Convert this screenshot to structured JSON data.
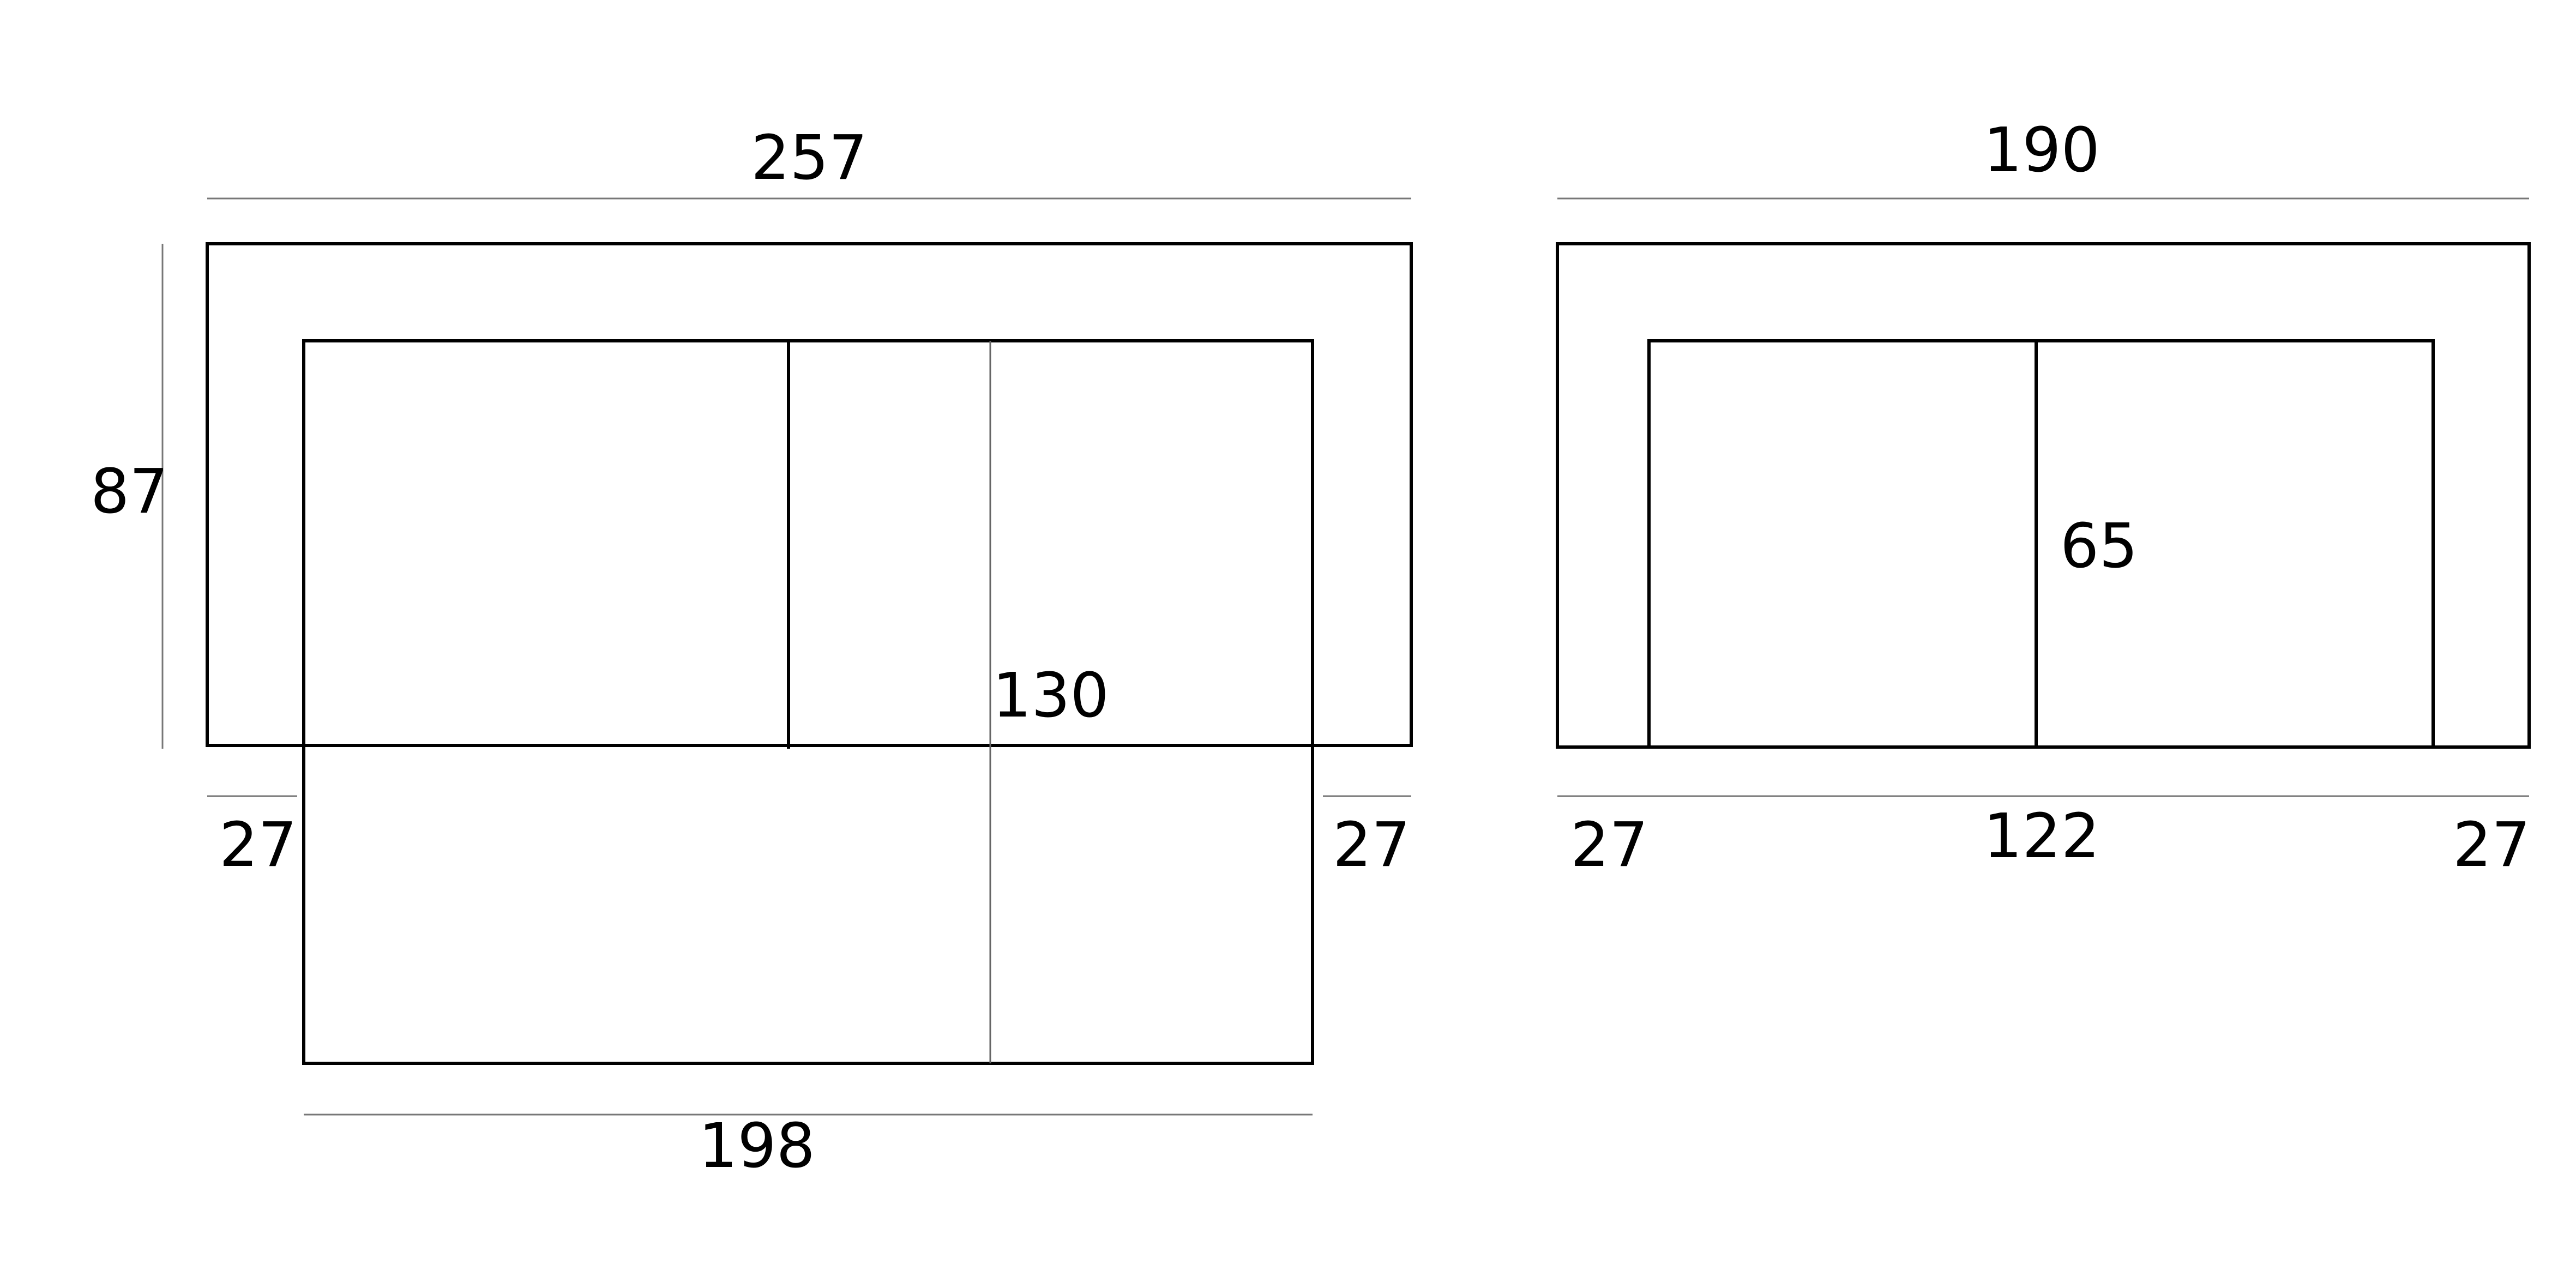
{
  "left_view": {
    "width_label": "257",
    "height_label": "87",
    "extended_depth_label": "130",
    "left_arm_label": "27",
    "right_arm_label": "27",
    "seat_width_label": "198"
  },
  "right_view": {
    "width_label": "190",
    "seat_depth_label": "65",
    "left_arm_label": "27",
    "seat_width_label": "122",
    "right_arm_label": "27"
  }
}
